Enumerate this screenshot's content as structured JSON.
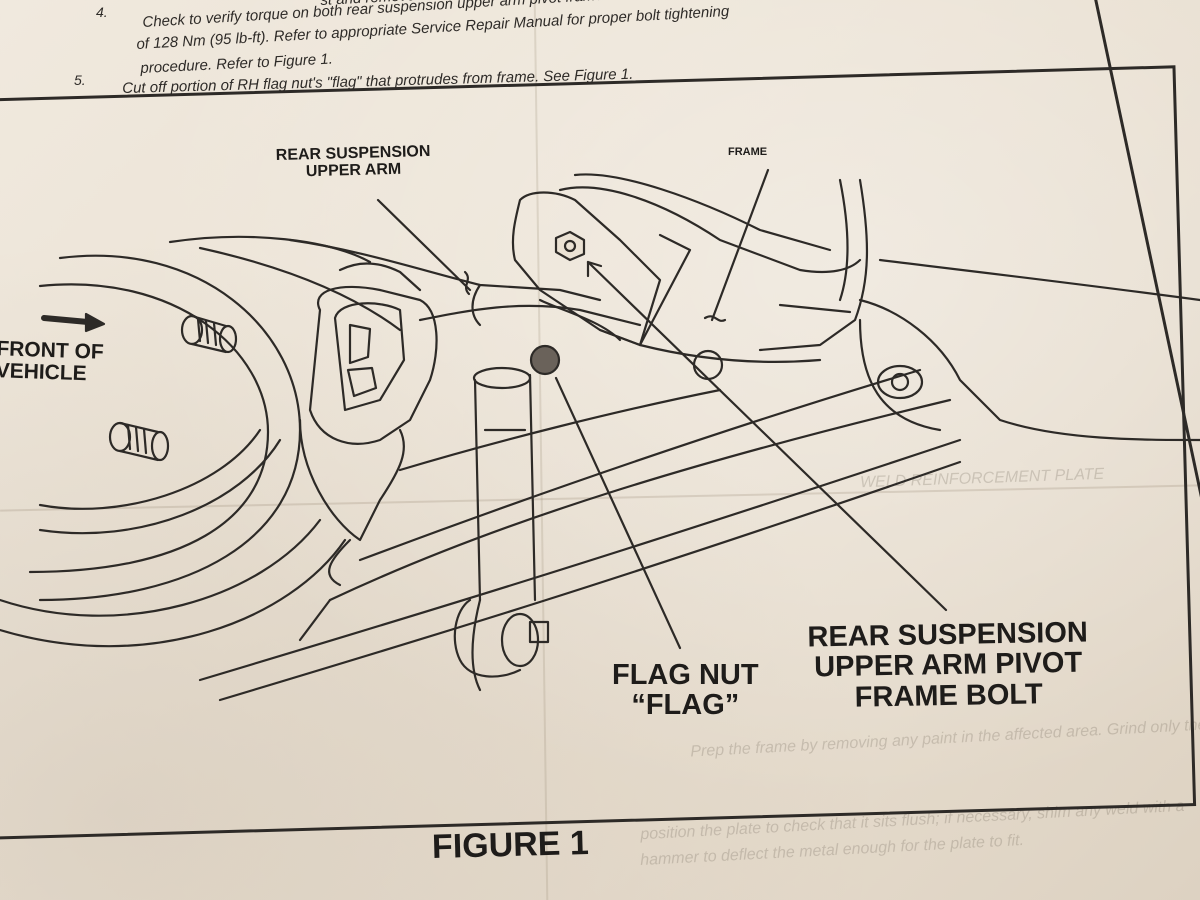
{
  "steps": [
    {
      "number": "4.",
      "lines": [
        "Check to verify torque on both rear suspension upper arm pivot frame bolts is at minimum",
        "of 128 Nm (95 lb-ft).  Refer to appropriate Service Repair Manual for proper bolt tightening",
        "procedure.  Refer to Figure 1."
      ],
      "prefix": "st and remove rear wheels."
    },
    {
      "number": "5.",
      "lines": [
        "Cut off portion of RH flag nut's \"flag\" that protrudes from frame.  See Figure 1."
      ]
    }
  ],
  "figure": {
    "callouts": {
      "upper_arm": "REAR SUSPENSION\nUPPER ARM",
      "frame": "FRAME",
      "front_of_vehicle": "FRONT OF\nVEHICLE",
      "flag_nut": "FLAG NUT\n“FLAG”",
      "pivot_bolt": "REAR SUSPENSION\nUPPER ARM PIVOT\nFRAME BOLT"
    },
    "caption": "FIGURE 1"
  },
  "bleed_through": [
    "WELD REINFORCEMENT PLATE",
    "Prep the frame by removing any paint in the affected area.  Grind only the welds that",
    "position the plate to check that it sits flush; if necessary, shim any weld with a",
    "hammer to deflect the metal enough for the plate to fit."
  ],
  "colors": {
    "ink": "#2d2a27",
    "paper": "#ebe2d4"
  }
}
